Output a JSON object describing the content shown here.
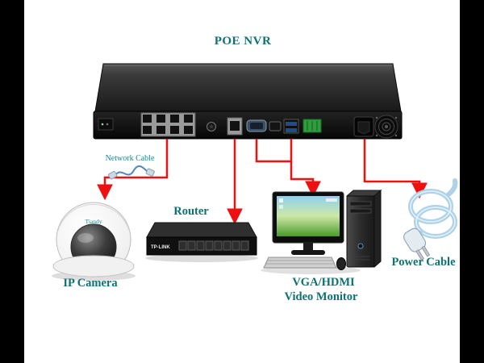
{
  "labels": {
    "title": "POE NVR",
    "network_cable": "Network Cable",
    "ip_camera": "IP Camera",
    "router": "Router",
    "monitor_line1": "VGA/HDMI",
    "monitor_line2": "Video Monitor",
    "power_cable": "Power Cable"
  },
  "device_text": {
    "camera_brand": "Tiandy",
    "router_brand": "TP-LINK"
  },
  "colors": {
    "label_teal": "#0d7272",
    "small_label_teal": "#1b8a8c",
    "arrow_red": "#ee1111",
    "frame_black": "#000000",
    "background_white": "#ffffff",
    "power_cable_blue": "#aed2e8"
  }
}
